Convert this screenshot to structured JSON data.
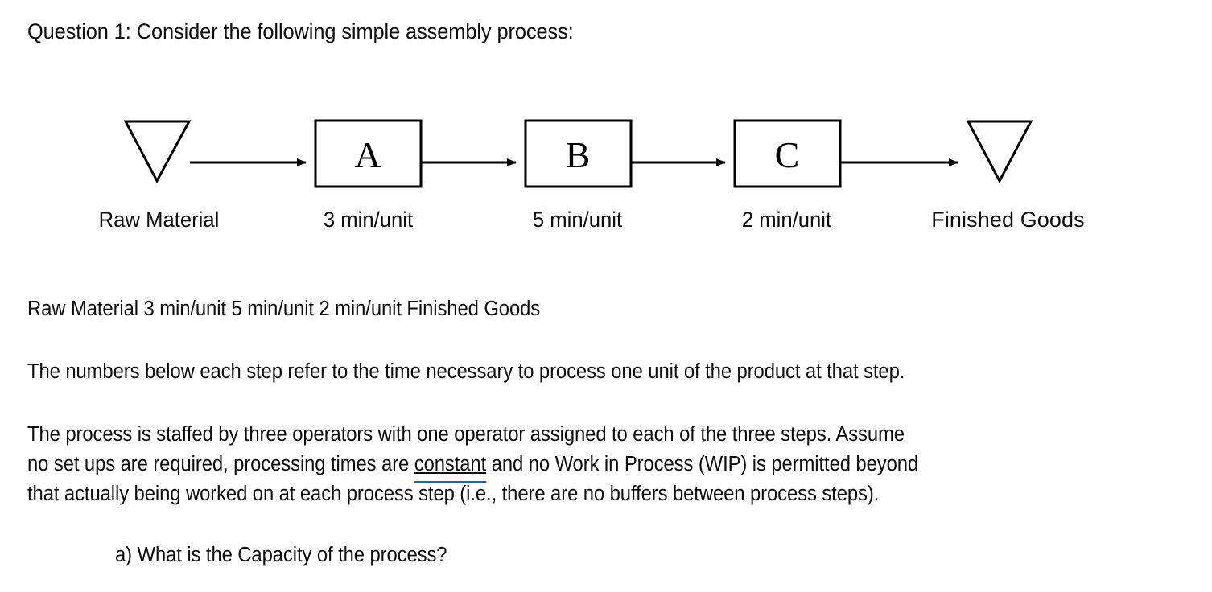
{
  "document": {
    "background_color": "#ffffff",
    "text_color": "#0d0d0d",
    "title": "Question 1:  Consider the following simple assembly process:"
  },
  "diagram": {
    "type": "process-flow",
    "source_node": {
      "shape": "inverted-triangle",
      "label": "Raw Material"
    },
    "sink_node": {
      "shape": "inverted-triangle",
      "label": "Finished Goods"
    },
    "steps": [
      {
        "id": "A",
        "letter": "A",
        "time_label": "3 min/unit",
        "minutes_per_unit": 3
      },
      {
        "id": "B",
        "letter": "B",
        "time_label": "5 min/unit",
        "minutes_per_unit": 5
      },
      {
        "id": "C",
        "letter": "C",
        "time_label": "2 min/unit",
        "minutes_per_unit": 2
      }
    ],
    "arrow_count": 4,
    "stroke_color": "#000000"
  },
  "body": {
    "echo_line": "Raw Material 3 min/unit 5 min/unit 2 min/unit Finished Goods",
    "note_line": "The numbers below each step refer to the time necessary to process one unit of the product at that step.",
    "staffing": {
      "line1": "The process is staffed by three operators with one operator assigned to each of the three steps. Assume",
      "line2_before": "no set ups are required, processing times are ",
      "line2_underlined": "constant",
      "line2_after": " and no Work in Process (WIP) is permitted beyond",
      "line3": "that actually being worked on at each process step (i.e., there are no buffers between process steps).",
      "underline_color": "#2f55d4"
    },
    "question_a": "a)  What is the Capacity of the process?"
  }
}
